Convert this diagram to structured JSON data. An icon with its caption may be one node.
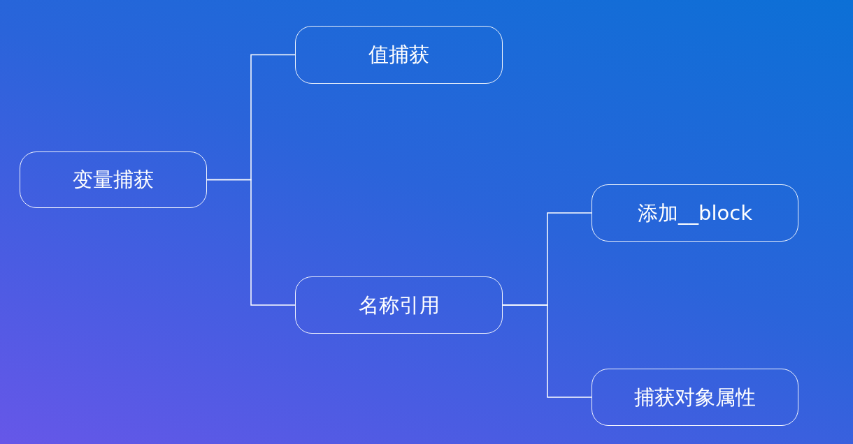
{
  "diagram": {
    "nodes": [
      {
        "text": [
          "变量捕获"
        ]
      },
      {
        "text": [
          "值捕获"
        ]
      },
      {
        "text": [
          "名称引用"
        ]
      },
      {
        "text": [
          "添加__block"
        ]
      },
      {
        "text": [
          "捕获对象属性"
        ]
      }
    ],
    "edges": [
      {
        "from": 0,
        "to": 1,
        "arrow": "none"
      },
      {
        "from": 0,
        "to": 2,
        "arrow": "none"
      },
      {
        "from": 2,
        "to": 3,
        "arrow": "none"
      },
      {
        "from": 2,
        "to": 4,
        "arrow": "none"
      }
    ]
  }
}
